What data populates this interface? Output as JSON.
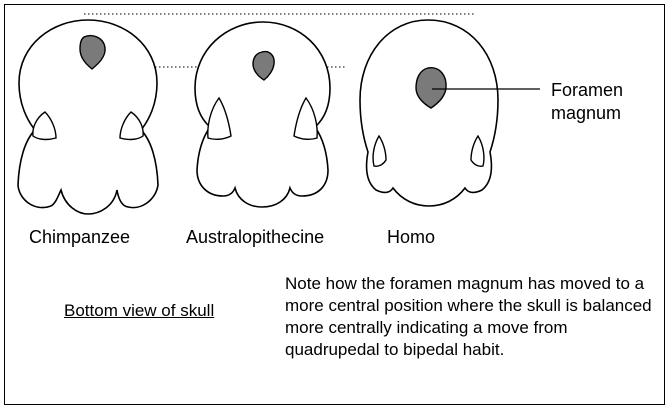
{
  "labels": {
    "chimpanzee": "Chimpanzee",
    "australopithecine": "Australopithecine",
    "homo": "Homo",
    "foramen_magnum": "Foramen magnum"
  },
  "caption": "Bottom view of skull",
  "note": "Note how the foramen magnum has moved to a more central position where the skull is balanced more centrally indicating a move from quadrupedal to bipedal habit.",
  "colors": {
    "foramen_fill": "#7a7a7a",
    "outline": "#000000",
    "background": "#ffffff"
  }
}
